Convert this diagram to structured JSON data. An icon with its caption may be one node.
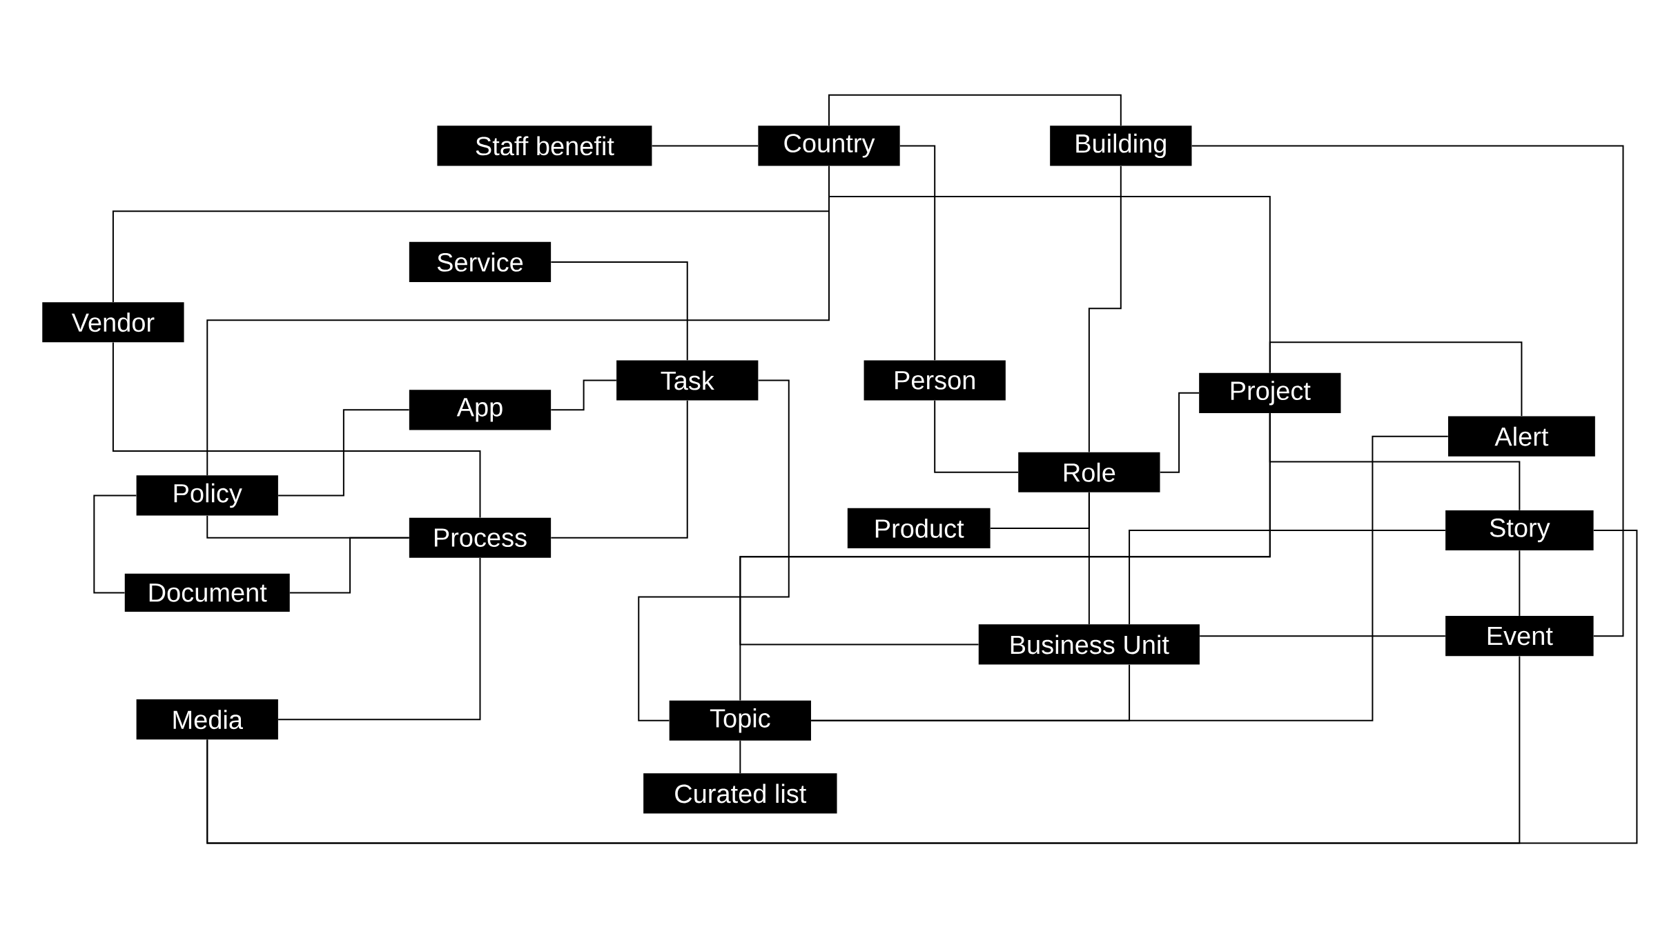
{
  "diagram": {
    "nodes": [
      {
        "text": [
          "Staff benefit"
        ]
      },
      {
        "text": [
          "Country"
        ]
      },
      {
        "text": [
          "Building"
        ]
      },
      {
        "text": [
          "Service"
        ]
      },
      {
        "text": [
          "Vendor"
        ]
      },
      {
        "text": [
          "Task"
        ]
      },
      {
        "text": [
          "App"
        ]
      },
      {
        "text": [
          "Person"
        ]
      },
      {
        "text": [
          "Project"
        ]
      },
      {
        "text": [
          "Alert"
        ]
      },
      {
        "text": [
          "Role"
        ]
      },
      {
        "text": [
          "Policy"
        ]
      },
      {
        "text": [
          "Process"
        ]
      },
      {
        "text": [
          "Product"
        ]
      },
      {
        "text": [
          "Story"
        ]
      },
      {
        "text": [
          "Document"
        ]
      },
      {
        "text": [
          "Business Unit"
        ]
      },
      {
        "text": [
          "Event"
        ]
      },
      {
        "text": [
          "Media"
        ]
      },
      {
        "text": [
          "Topic"
        ]
      },
      {
        "text": [
          "Curated list"
        ]
      }
    ],
    "edges": [
      {
        "from": 0,
        "to": 1,
        "arrow": "none"
      },
      {
        "from": 1,
        "to": 2,
        "arrow": "none"
      },
      {
        "from": 1,
        "to": 7,
        "arrow": "none"
      },
      {
        "from": 1,
        "to": 4,
        "arrow": "none"
      },
      {
        "from": 1,
        "to": 8,
        "arrow": "none"
      },
      {
        "from": 1,
        "to": 11,
        "arrow": "none"
      },
      {
        "from": 2,
        "to": 10,
        "arrow": "none"
      },
      {
        "from": 2,
        "to": 17,
        "arrow": "none"
      },
      {
        "from": 3,
        "to": 5,
        "arrow": "none"
      },
      {
        "from": 4,
        "to": 12,
        "arrow": "none"
      },
      {
        "from": 6,
        "to": 5,
        "arrow": "none"
      },
      {
        "from": 11,
        "to": 6,
        "arrow": "none"
      },
      {
        "from": 11,
        "to": 15,
        "arrow": "none"
      },
      {
        "from": 11,
        "to": 12,
        "arrow": "none"
      },
      {
        "from": 15,
        "to": 12,
        "arrow": "none"
      },
      {
        "from": 5,
        "to": 12,
        "arrow": "none"
      },
      {
        "from": 5,
        "to": 19,
        "arrow": "none"
      },
      {
        "from": 12,
        "to": 18,
        "arrow": "none"
      },
      {
        "from": 18,
        "to": 14,
        "arrow": "none"
      },
      {
        "from": 17,
        "to": 18,
        "arrow": "none"
      },
      {
        "from": 7,
        "to": 10,
        "arrow": "none"
      },
      {
        "from": 10,
        "to": 8,
        "arrow": "none"
      },
      {
        "from": 8,
        "to": 9,
        "arrow": "none"
      },
      {
        "from": 8,
        "to": 19,
        "arrow": "none"
      },
      {
        "from": 8,
        "to": 14,
        "arrow": "none"
      },
      {
        "from": 8,
        "to": 16,
        "arrow": "none"
      },
      {
        "from": 9,
        "to": 19,
        "arrow": "none"
      },
      {
        "from": 14,
        "to": 16,
        "arrow": "none"
      },
      {
        "from": 16,
        "to": 19,
        "arrow": "none"
      },
      {
        "from": 14,
        "to": 17,
        "arrow": "none"
      },
      {
        "from": 16,
        "to": 17,
        "arrow": "none"
      },
      {
        "from": 13,
        "to": 10,
        "arrow": "none"
      },
      {
        "from": 10,
        "to": 16,
        "arrow": "none"
      },
      {
        "from": 19,
        "to": 20,
        "arrow": "none"
      }
    ]
  }
}
